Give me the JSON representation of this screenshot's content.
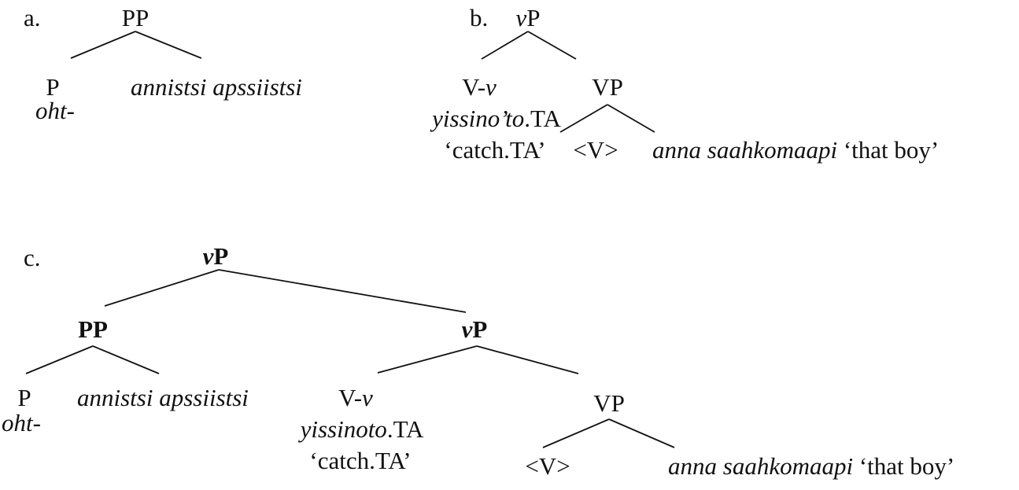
{
  "tree_a": {
    "label": "a.",
    "root": "PP",
    "left_cat": "P",
    "left_word": "oht-",
    "right_word": "annistsi apssiistsi"
  },
  "tree_b": {
    "label": "b.",
    "root_v": "v",
    "root_p": "P",
    "left_cat_v": "V-",
    "left_cat_vsub": "v",
    "left_word_it": "yissino’to",
    "left_word_gl": ".TA",
    "left_gloss": "‘catch.TA’",
    "right_cat": "VP",
    "trace": "<V>",
    "obj_word": "anna saahkomaapi",
    "obj_gloss": "‘that boy’"
  },
  "tree_c": {
    "label": "c.",
    "root_v": "v",
    "root_p": "P",
    "pp": "PP",
    "pp_left_cat": "P",
    "pp_left_word": "oht-",
    "pp_right_word": "annistsi apssiistsi",
    "vp2_v": "v",
    "vp2_p": "P",
    "left_cat_v": "V-",
    "left_cat_vsub": "v",
    "left_word_it": "yissinoto",
    "left_word_gl": ".TA",
    "left_gloss": "‘catch.TA’",
    "right_cat": "VP",
    "trace": "<V>",
    "obj_word": "anna saahkomaapi",
    "obj_gloss": "‘that boy’"
  }
}
